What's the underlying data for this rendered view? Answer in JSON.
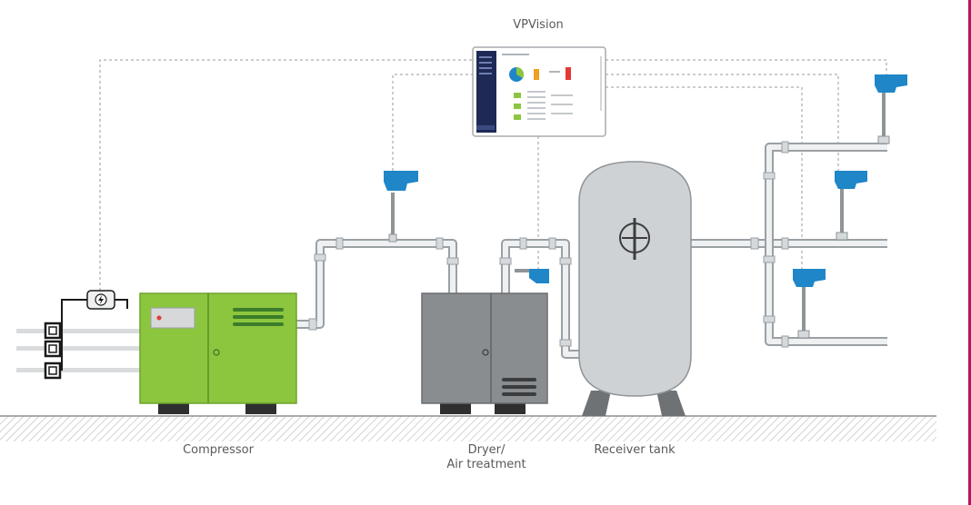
{
  "labels": {
    "vpvision": "VPVision",
    "compressor": "Compressor",
    "dryer_line1": "Dryer/",
    "dryer_line2": "Air treatment",
    "receiver": "Receiver tank"
  },
  "icons": {
    "energy_meter": "lightning-bolt-icon",
    "flow_sensor": "flow-sensor-icon"
  },
  "colors": {
    "compressor": "#8cc63f",
    "dryer": "#8a8d90",
    "tank": "#cfd2d4",
    "sensor": "#1f86c8",
    "ground": "#b5b5b5",
    "screen_dark": "#1e2a55"
  }
}
